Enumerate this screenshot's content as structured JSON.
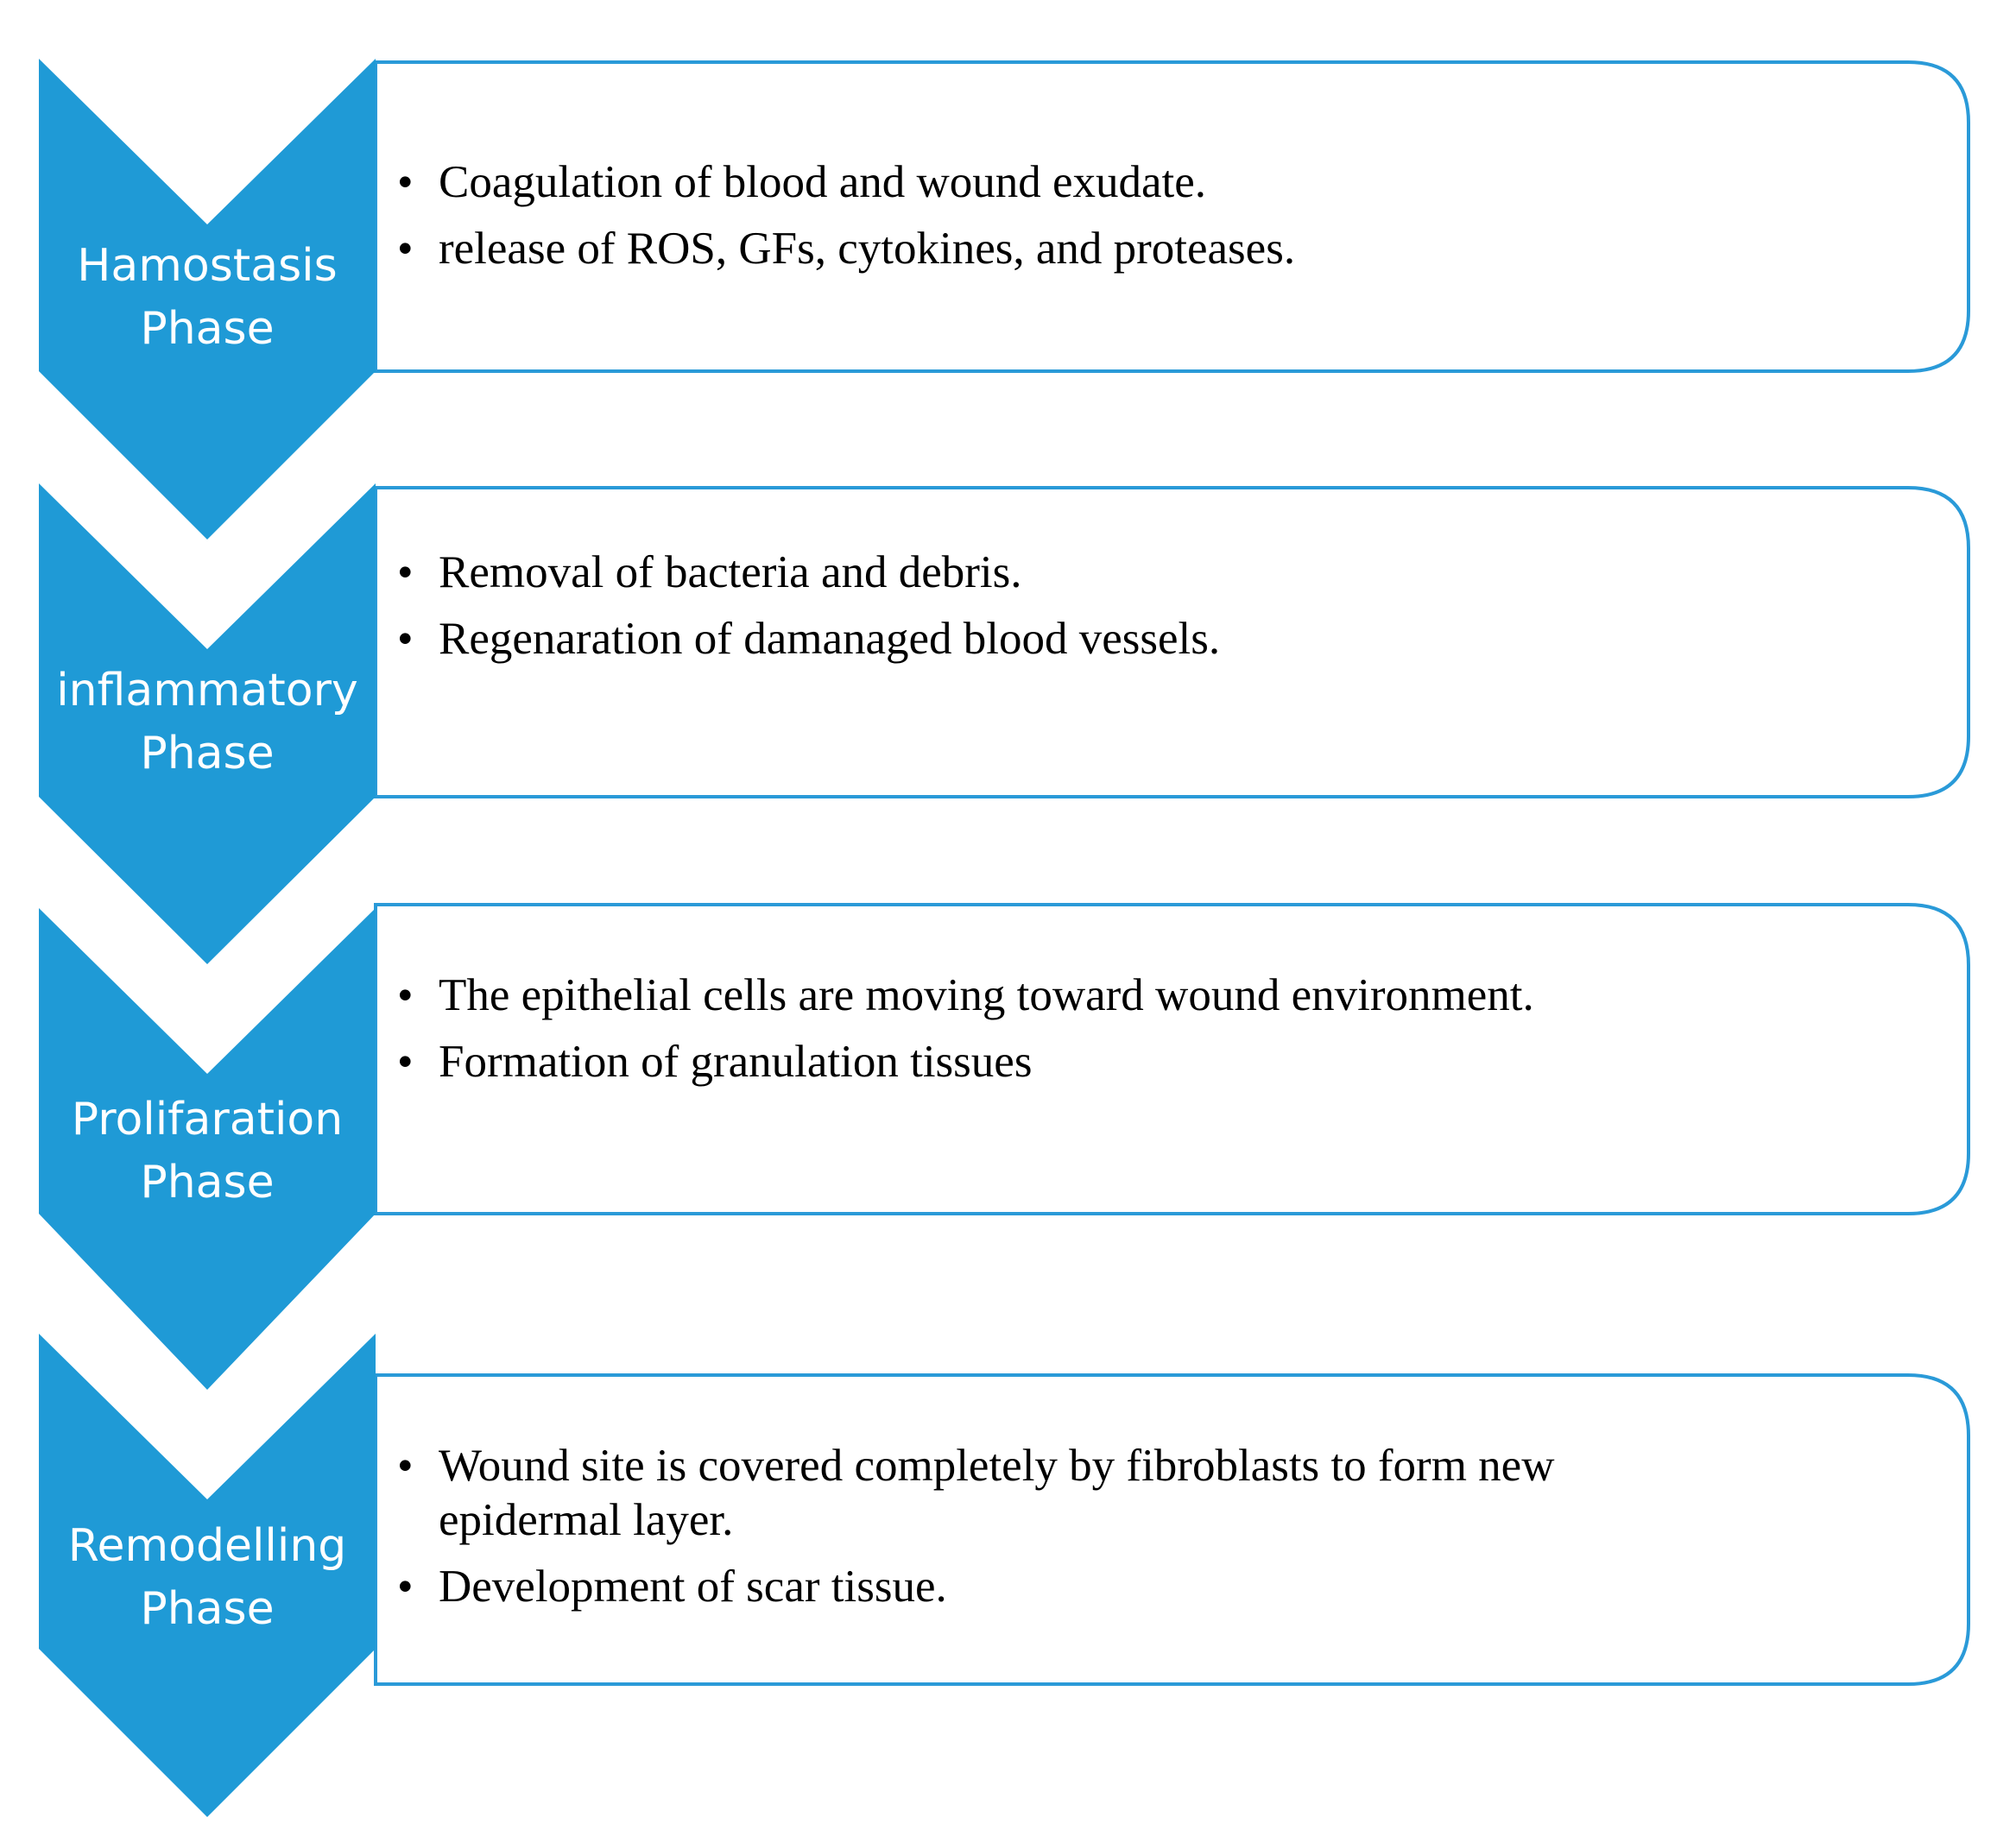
{
  "colors": {
    "chevron_fill": "#1f9ad6",
    "box_border": "#2a9ad8",
    "text": "#000000"
  },
  "phases": [
    {
      "label_line1": "Hamostasis",
      "label_line2": "Phase",
      "bullets": [
        "Coagulation of blood and wound exudate.",
        "release of ROS, GFs, cytokines, and proteases."
      ]
    },
    {
      "label_line1": "inflammatory",
      "label_line2": "Phase",
      "bullets": [
        "Removal of bacteria and debris.",
        "Regenaration of damanaged blood vessels."
      ]
    },
    {
      "label_line1": "Prolifaration",
      "label_line2": "Phase",
      "bullets": [
        "The epithelial cells are moving toward wound environment.",
        "Formation of granulation tissues"
      ]
    },
    {
      "label_line1": "Remodelling",
      "label_line2": "Phase",
      "bullets": [
        "Wound site is covered completely by fibroblasts to form new epidermal layer.",
        "Development of scar tissue."
      ]
    }
  ]
}
